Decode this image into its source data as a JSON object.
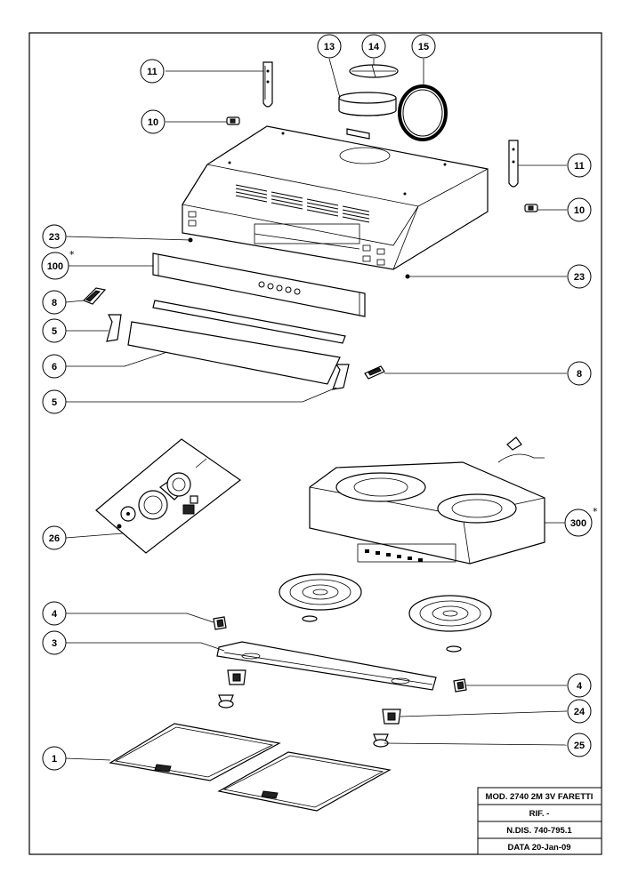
{
  "callouts": [
    {
      "id": "c11a",
      "label": "11"
    },
    {
      "id": "c13",
      "label": "13"
    },
    {
      "id": "c14",
      "label": "14"
    },
    {
      "id": "c15",
      "label": "15"
    },
    {
      "id": "c10a",
      "label": "10"
    },
    {
      "id": "c11b",
      "label": "11"
    },
    {
      "id": "c10b",
      "label": "10"
    },
    {
      "id": "c23a",
      "label": "23"
    },
    {
      "id": "c100",
      "label": "100",
      "star": "*"
    },
    {
      "id": "c23b",
      "label": "23"
    },
    {
      "id": "c8a",
      "label": "8"
    },
    {
      "id": "c5a",
      "label": "5"
    },
    {
      "id": "c6",
      "label": "6"
    },
    {
      "id": "c8b",
      "label": "8"
    },
    {
      "id": "c5b",
      "label": "5"
    },
    {
      "id": "c26",
      "label": "26"
    },
    {
      "id": "c300",
      "label": "300",
      "star": "*"
    },
    {
      "id": "c4a",
      "label": "4"
    },
    {
      "id": "c3",
      "label": "3"
    },
    {
      "id": "c4b",
      "label": "4"
    },
    {
      "id": "c24",
      "label": "24"
    },
    {
      "id": "c25",
      "label": "25"
    },
    {
      "id": "c1",
      "label": "1"
    }
  ],
  "title_block": {
    "model": "MOD. 2740  2M  3V  FARETTI",
    "ref": "RIF.  -",
    "drawing_no": "N.DIS.  740-795.1",
    "date": "DATA  20-Jan-09"
  }
}
